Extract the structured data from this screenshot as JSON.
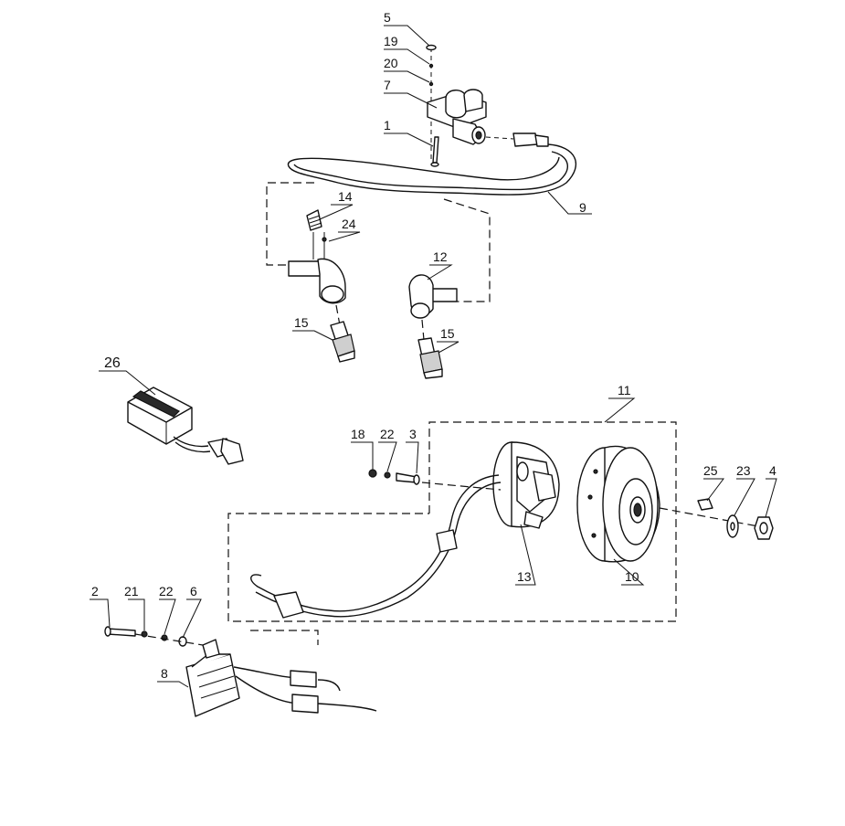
{
  "callouts": {
    "p1": "1",
    "p2": "2",
    "p3": "3",
    "p4": "4",
    "p5": "5",
    "p6": "6",
    "p7": "7",
    "p8": "8",
    "p9": "9",
    "p10": "10",
    "p11": "11",
    "p12": "12",
    "p13": "13",
    "p14": "14",
    "p15a": "15",
    "p15b": "15",
    "p18": "18",
    "p19": "19",
    "p20": "20",
    "p21": "21",
    "p22a": "22",
    "p22b": "22",
    "p23": "23",
    "p24": "24",
    "p25": "25",
    "p26": "26"
  },
  "colors": {
    "ink": "#111111",
    "paper": "#ffffff"
  }
}
